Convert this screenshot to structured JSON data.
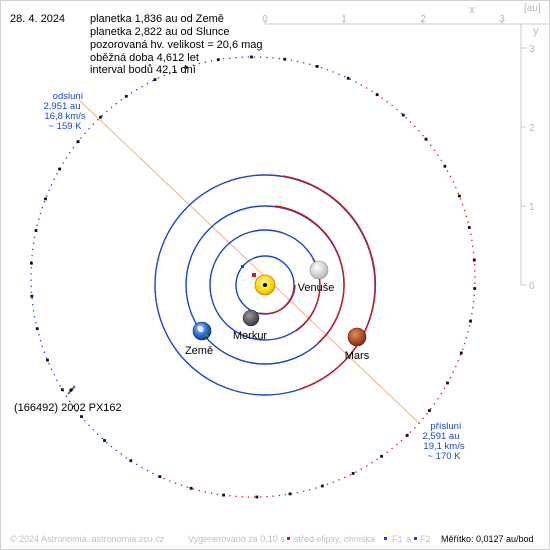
{
  "date": "28. 4. 2024",
  "info": [
    "planetka 1,836 au od Země",
    "planetka 2,822 au od Slunce",
    "pozorovaná hv. velikost = 20,6 mag",
    "oběžná doba 4,612 let",
    "interval bodů 42,1 dní"
  ],
  "axes": {
    "x_ticks": [
      "0",
      "1",
      "2",
      "3"
    ],
    "y_ticks": [
      "3",
      "2",
      "1",
      "0"
    ],
    "x_label": "x",
    "y_label": "y",
    "unit": "[au]"
  },
  "aphelion": {
    "title": "odsluní",
    "distance": "2,951 au",
    "speed": "16,8 km/s",
    "temperature": "~ 159 K"
  },
  "perihelion": {
    "title": "přísluní",
    "distance": "2,591 au",
    "speed": "19,1 km/s",
    "temperature": "~ 170 K"
  },
  "planets": {
    "venus": "Venuše",
    "earth": "Země",
    "mercury": "Merkur",
    "mars": "Mars"
  },
  "asteroid_name": "(166492) 2002 PX162",
  "footer": {
    "copyright": "© 2024 Astronomia, astronomia.zcu.cz",
    "generated": "Vygenerováno za 0,10 s",
    "legend_center": "střed elipsy, ohniska",
    "f1": "F1",
    "a": "a",
    "f2": "F2",
    "scale": "Měřítko: 0,0127 au/bod"
  },
  "colors": {
    "sun": "#ffd700",
    "earth_orbit": "#1a44cc",
    "mars_orbit": "#cc1a1a",
    "asteroid_orbit_near": "#cc1a1a",
    "asteroid_orbit_far": "#1a44cc",
    "apsis_line": "#f2b27a",
    "annotation_blue": "#1a44cc"
  }
}
